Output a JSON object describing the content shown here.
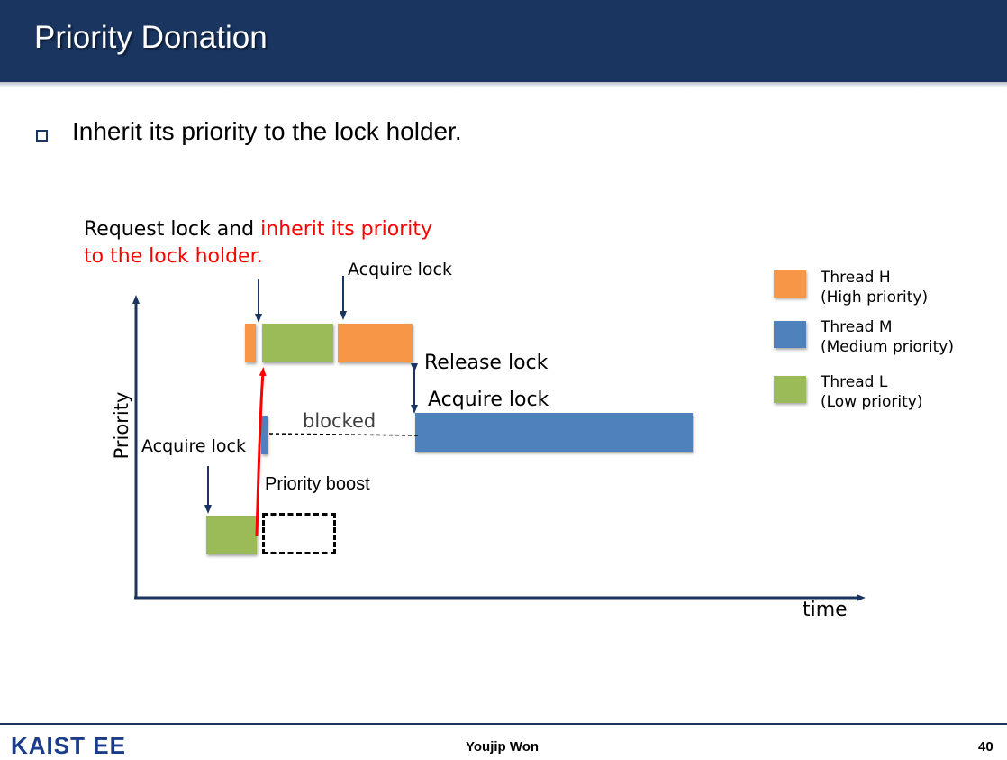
{
  "header": {
    "title": "Priority Donation"
  },
  "bullet": {
    "text": "Inherit its priority to the lock holder."
  },
  "diagram": {
    "request_label_black": "Request lock and ",
    "request_label_red_1": "inherit its priority",
    "request_label_red_2": "to the lock holder.",
    "acquire_lock_top": "Acquire lock",
    "release_lock": "Release lock",
    "acquire_lock_mid": "Acquire lock",
    "blocked": "blocked",
    "acquire_lock_left": "Acquire lock",
    "priority_boost": "Priority boost",
    "y_axis_label": "Priority",
    "x_axis_label": "time"
  },
  "legend": {
    "items": [
      {
        "line1": "Thread H",
        "line2": "(High priority)",
        "color": "#f79646"
      },
      {
        "line1": "Thread M",
        "line2": "(Medium priority)",
        "color": "#4f81bd"
      },
      {
        "line1": "Thread L",
        "line2": "(Low priority)",
        "color": "#9bbb59"
      }
    ]
  },
  "colors": {
    "thread_h": "#f79646",
    "thread_m": "#4f81bd",
    "thread_l": "#9bbb59",
    "header": "#1a3660",
    "highlight": "#ff0000",
    "arrow": "#1a3660"
  },
  "footer": {
    "logo": "KAIST EE",
    "author": "Youjip Won",
    "page": "40"
  }
}
